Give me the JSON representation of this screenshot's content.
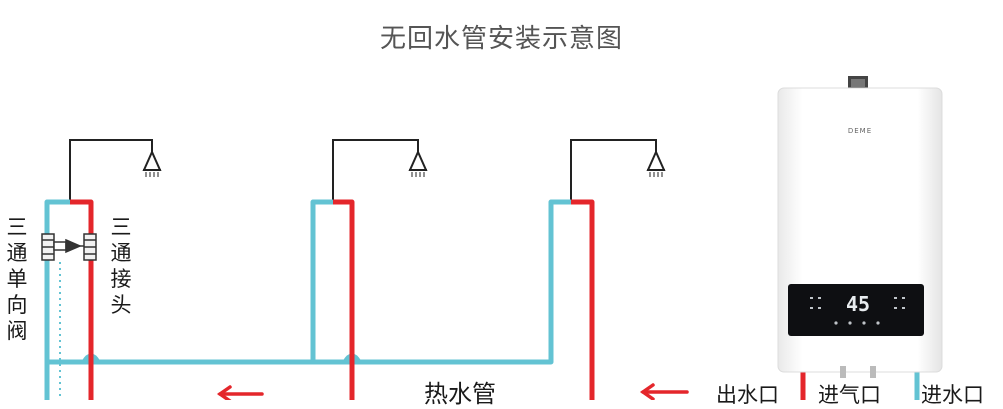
{
  "title": "无回水管安装示意图",
  "labels": {
    "tee_check_valve": "三通单向阀",
    "tee_joint": "三通接头",
    "hot_water_pipe": "热水管",
    "water_outlet": "出水口",
    "gas_inlet": "进气口",
    "water_inlet": "进水口"
  },
  "heater": {
    "brand": "DEME",
    "display_value": "45"
  },
  "colors": {
    "hot_pipe": "#e4262b",
    "cold_pipe": "#63c3d3",
    "outline": "#222222",
    "arrow": "#e4262b"
  }
}
